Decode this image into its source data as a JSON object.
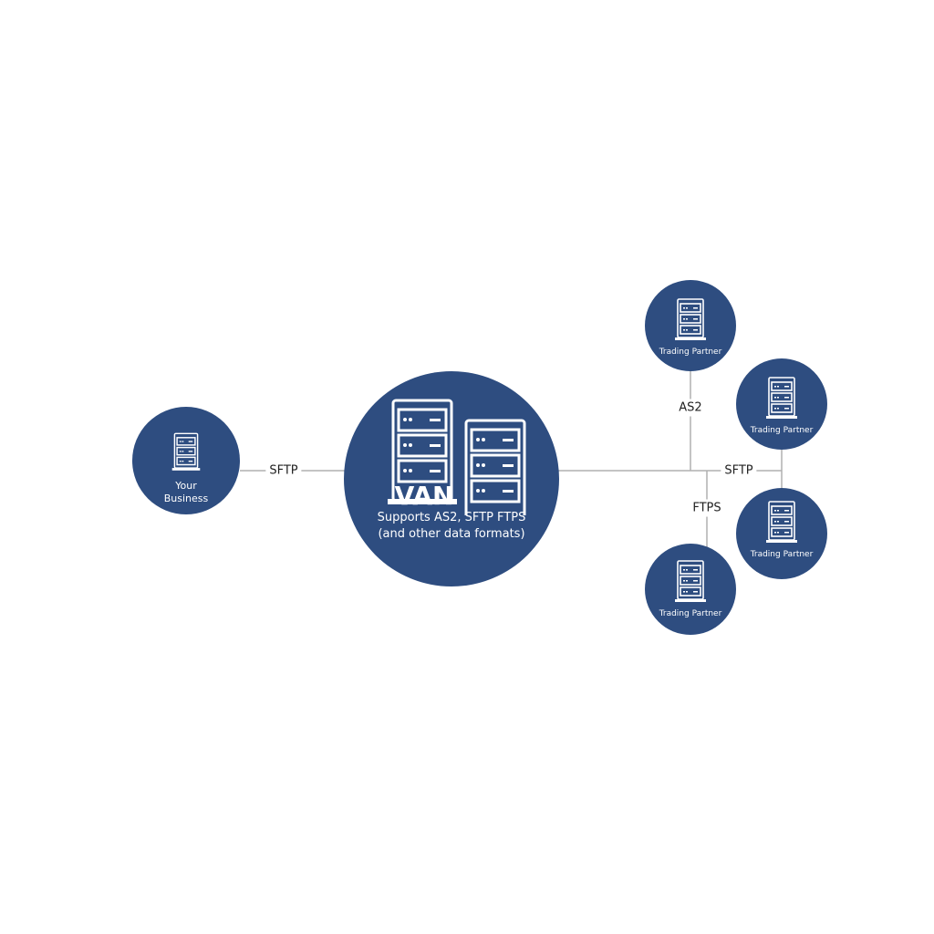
{
  "nodes": {
    "business": {
      "label_line1": "Your",
      "label_line2": "Business"
    },
    "van": {
      "title": "VAN",
      "line1": "Supports AS2, SFTP FTPS",
      "line2": "(and other data formats)"
    },
    "partners": [
      {
        "label": "Trading Partner"
      },
      {
        "label": "Trading Partner"
      },
      {
        "label": "Trading Partner"
      },
      {
        "label": "Trading Partner"
      }
    ]
  },
  "connections": {
    "business_van": "SFTP",
    "as2": "AS2",
    "sftp": "SFTP",
    "ftps": "FTPS"
  },
  "colors": {
    "node": "#2e4d80",
    "line": "#b0b0b0"
  }
}
